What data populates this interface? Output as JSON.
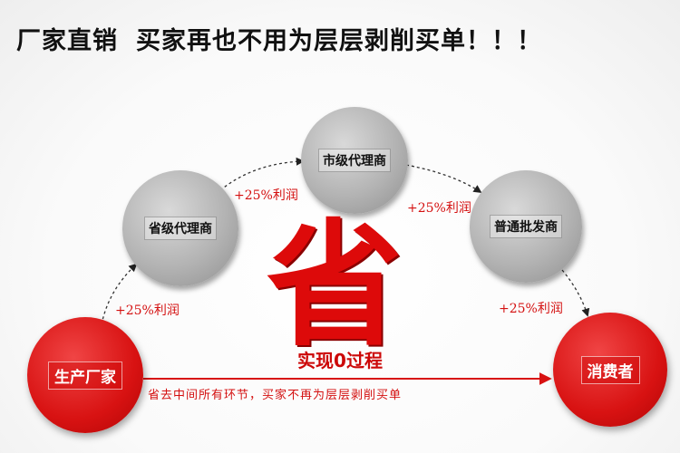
{
  "headline": {
    "part_a": "厂家直销",
    "part_b": "买家再也不用为层层剥削买单！！！"
  },
  "nodes": {
    "factory": "生产厂家",
    "provincial": "省级代理商",
    "city": "市级代理商",
    "wholesale": "普通批发商",
    "consumer": "消费者"
  },
  "markups": [
    "+25%利润",
    "+25%利润",
    "+25%利润",
    "+25%利润"
  ],
  "center": {
    "big_char": "省",
    "process": "实现0过程",
    "caption": "省去中间所有环节，买家不再为层层剥削买单"
  },
  "colors": {
    "accent_red": "#d81212",
    "node_gray": "#b3b3b3",
    "arrow_dark": "#222222"
  }
}
